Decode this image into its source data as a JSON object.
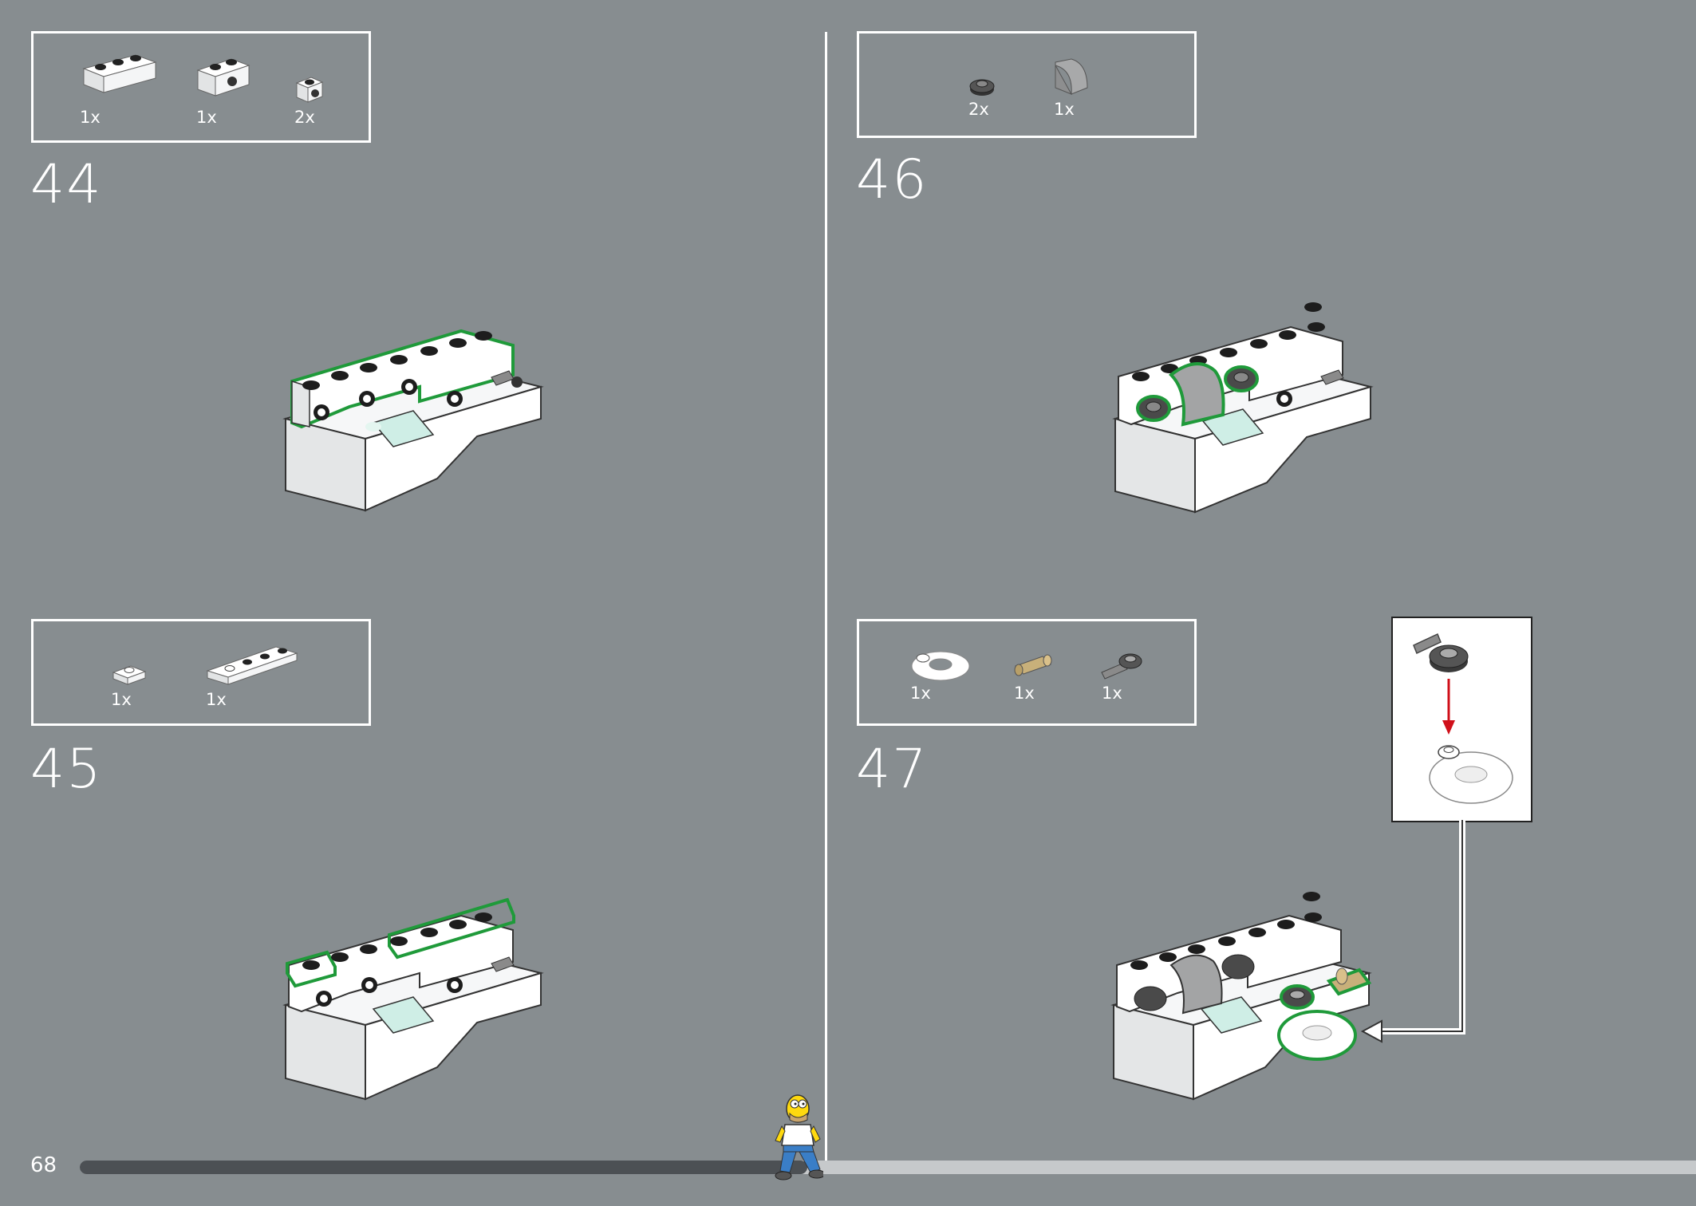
{
  "page": {
    "number": "68",
    "progress_fraction": 0.45
  },
  "colors": {
    "background": "#878d90",
    "panel_border": "#ffffff",
    "new_part_outline": "#1f9a3a",
    "arrow_red": "#d0101a",
    "progress_fill": "#4c5054",
    "progress_track": "#c6c9cb"
  },
  "steps": [
    {
      "number": "44",
      "parts": [
        {
          "icon": "brick-1x3-white-icon",
          "qty": "1x"
        },
        {
          "icon": "brick-1x2-with-hole-white-icon",
          "qty": "1x"
        },
        {
          "icon": "brick-1x1-with-stud-white-icon",
          "qty": "2x"
        }
      ]
    },
    {
      "number": "45",
      "parts": [
        {
          "icon": "plate-1x1-white-icon",
          "qty": "1x"
        },
        {
          "icon": "plate-1x4-white-icon",
          "qty": "1x"
        }
      ]
    },
    {
      "number": "46",
      "parts": [
        {
          "icon": "round-plate-1x1-dark-grey-icon",
          "qty": "2x"
        },
        {
          "icon": "slope-curved-grey-icon",
          "qty": "1x"
        }
      ]
    },
    {
      "number": "47",
      "parts": [
        {
          "icon": "ring-white-icon",
          "qty": "1x"
        },
        {
          "icon": "connector-tan-icon",
          "qty": "1x"
        },
        {
          "icon": "bar-with-clip-grey-icon",
          "qty": "1x"
        }
      ]
    }
  ],
  "mascot": {
    "icon": "homer-minifigure-icon"
  }
}
